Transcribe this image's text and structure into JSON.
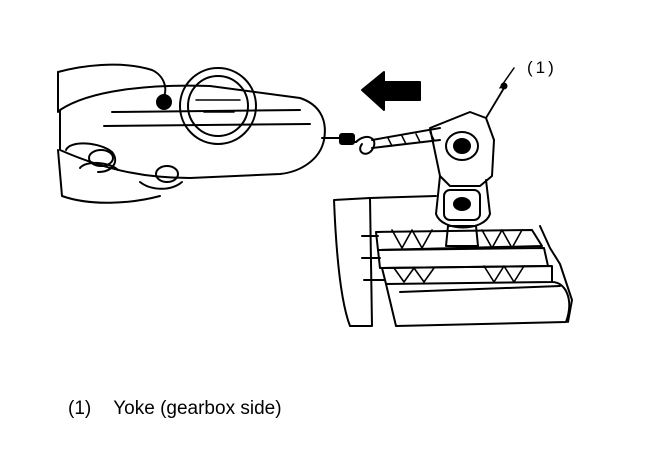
{
  "callout": {
    "marker": "(1)"
  },
  "legend": {
    "items": [
      {
        "marker": "(1)",
        "label": "Yoke (gearbox side)"
      }
    ]
  },
  "colors": {
    "ink": "#000000",
    "paper": "#ffffff"
  },
  "icons": [
    "push-pull-gauge-icon",
    "pull-direction-arrow-icon",
    "yoke-icon",
    "vise-icon"
  ]
}
